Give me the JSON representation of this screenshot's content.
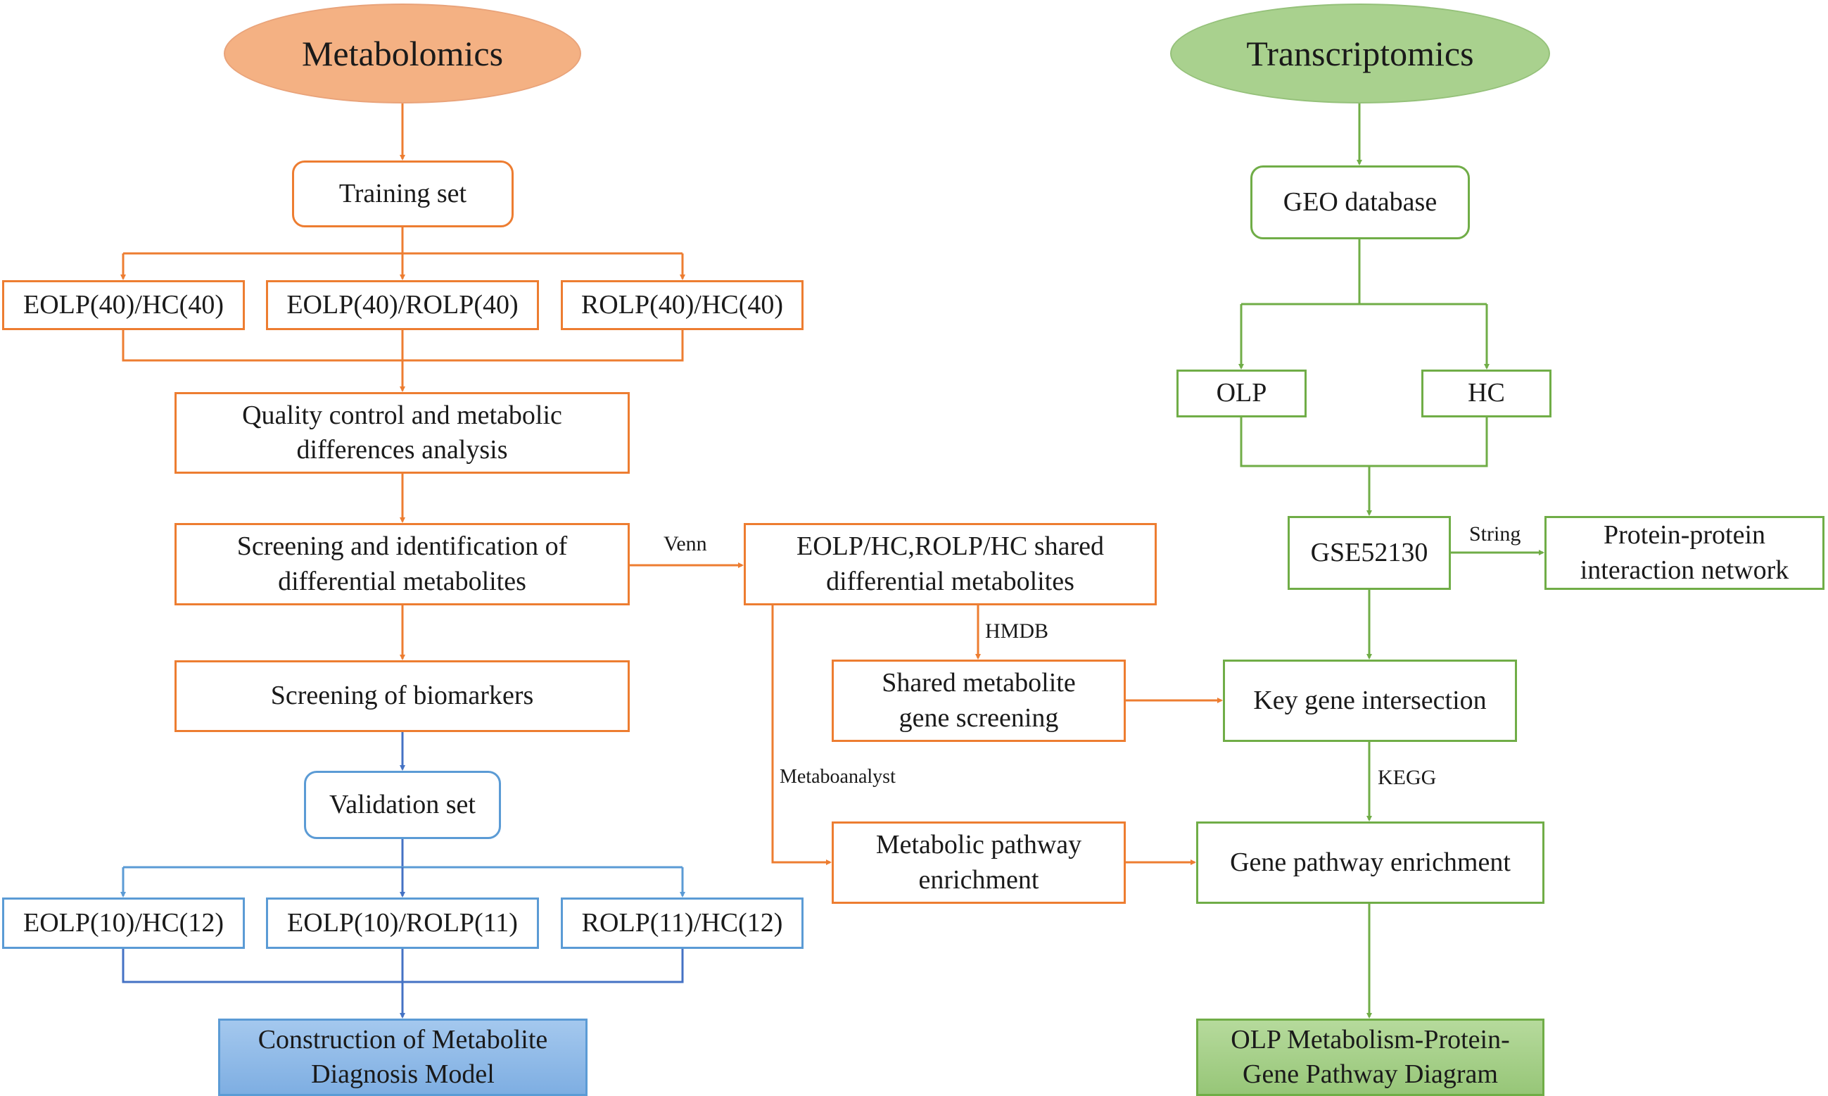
{
  "colors": {
    "orange": "#ED7D31",
    "green": "#70AD47",
    "blue": "#4472C4",
    "light_blue": "#5B9BD5"
  },
  "nodes": {
    "metabolomics": "Metabolomics",
    "transcriptomics": "Transcriptomics",
    "training_set": "Training set",
    "eolp_hc_40": "EOLP(40)/HC(40)",
    "eolp_rolp_40": "EOLP(40)/ROLP(40)",
    "rolp_hc_40": "ROLP(40)/HC(40)",
    "qc_line1": "Quality control and metabolic",
    "qc_line2": "differences analysis",
    "screen_line1": "Screening  and identification of",
    "screen_line2": "differential metabolites",
    "biomarkers": "Screening of biomarkers",
    "validation_set": "Validation set",
    "eolp_hc_10": "EOLP(10)/HC(12)",
    "eolp_rolp_10": "EOLP(10)/ROLP(11)",
    "rolp_hc_11": "ROLP(11)/HC(12)",
    "model_line1": "Construction of Metabolite",
    "model_line2": "Diagnosis Model",
    "shared_line1": "EOLP/HC,ROLP/HC shared",
    "shared_line2": "differential metabolites",
    "gene_screen_line1": "Shared metabolite",
    "gene_screen_line2": "gene screening",
    "met_path_line1": "Metabolic pathway",
    "met_path_line2": "enrichment",
    "geo": "GEO database",
    "olp": "OLP",
    "hc": "HC",
    "gse": "GSE52130",
    "ppi_line1": "Protein-protein",
    "ppi_line2": "interaction network",
    "key_gene": "Key gene intersection",
    "gene_path": "Gene pathway enrichment",
    "final_line1": "OLP Metabolism-Protein-",
    "final_line2": "Gene Pathway Diagram"
  },
  "edge_labels": {
    "venn": "Venn",
    "hmdb": "HMDB",
    "metaboanalyst": "Metaboanalyst",
    "string": "String",
    "kegg": "KEGG"
  }
}
